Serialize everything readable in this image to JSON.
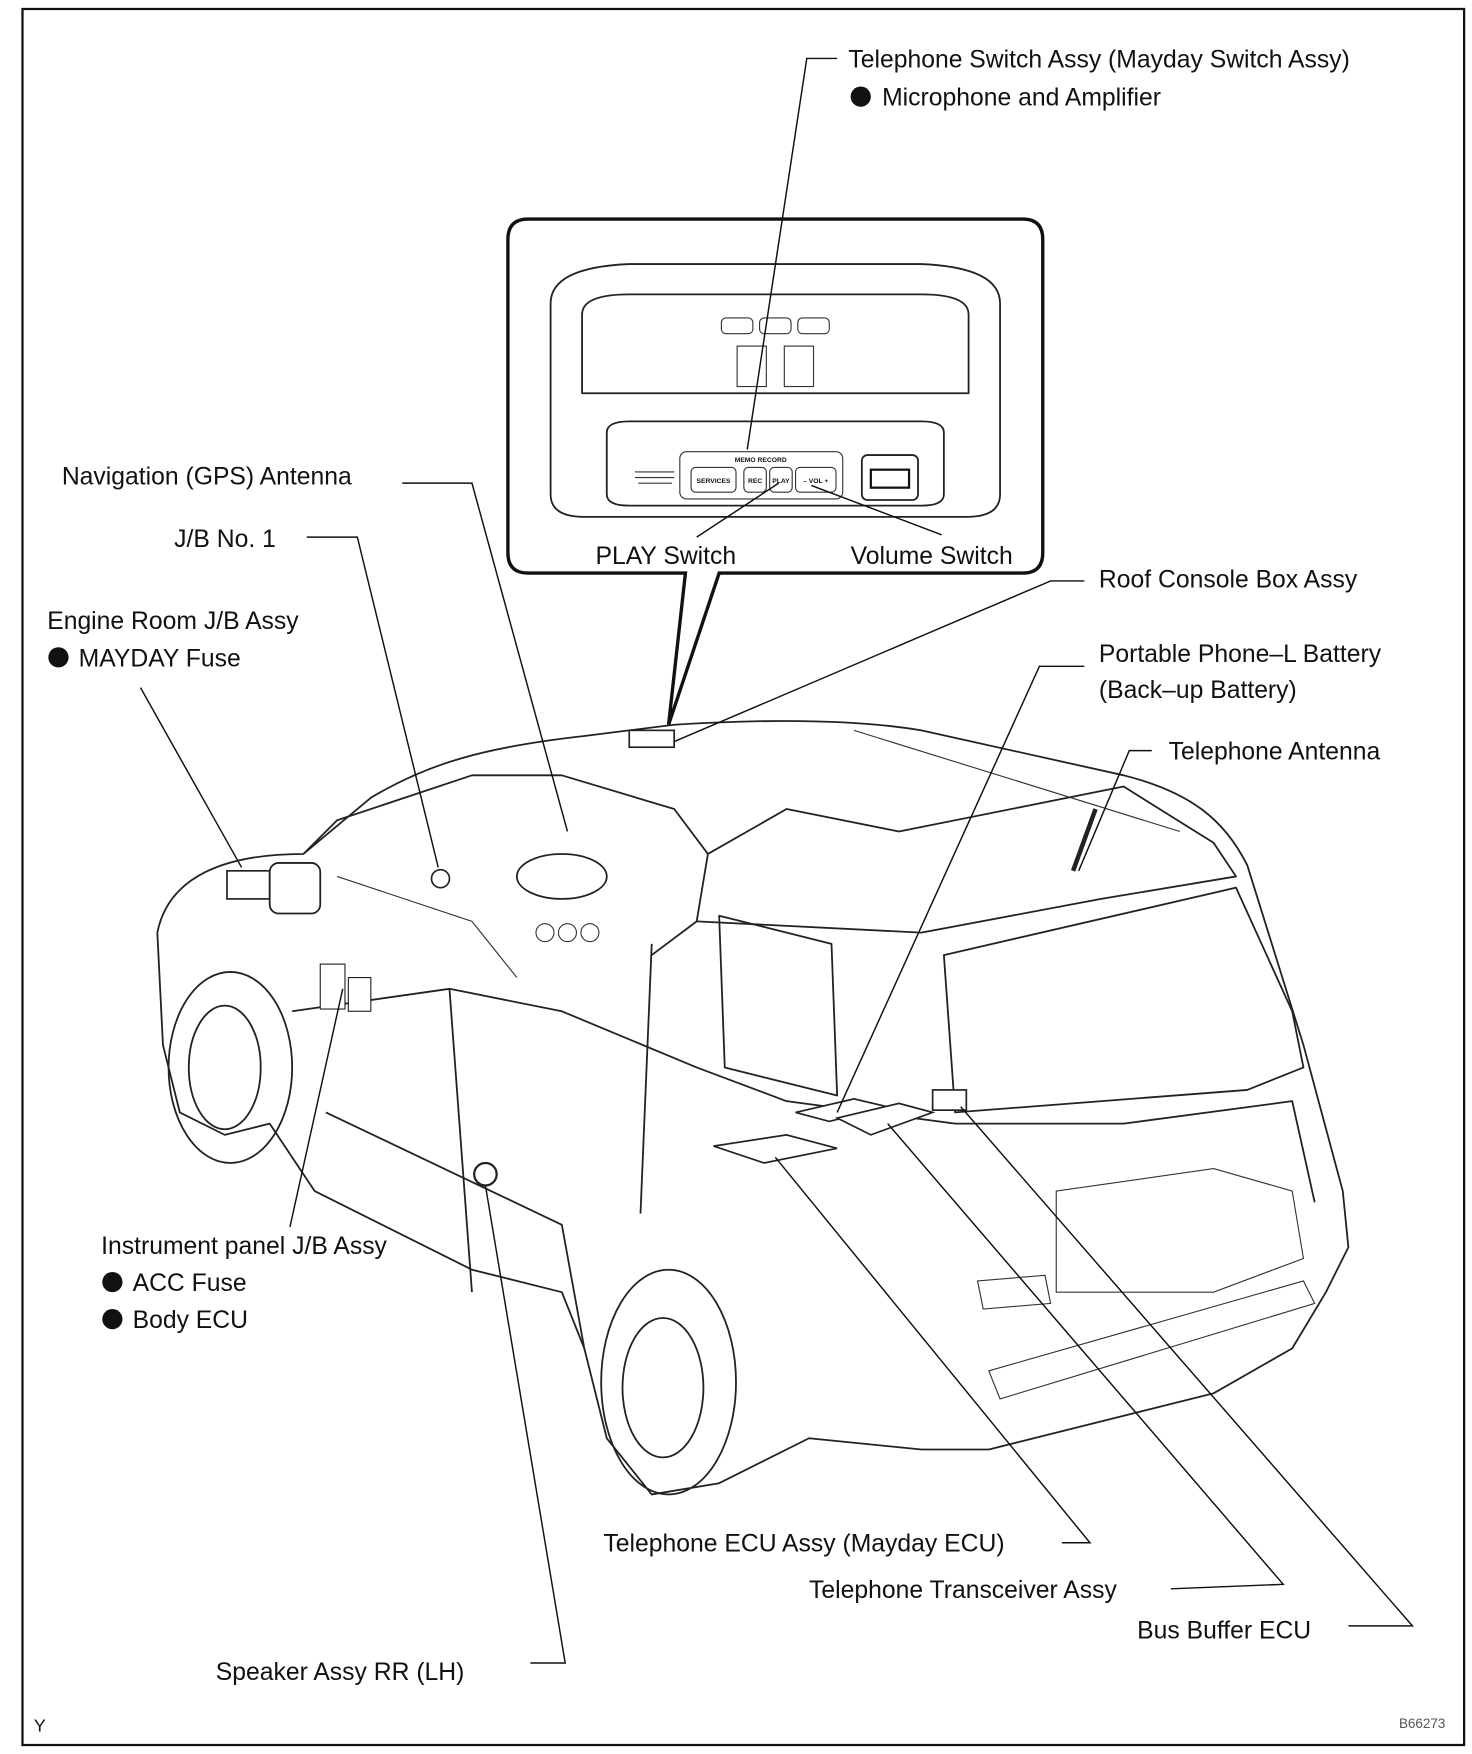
{
  "labels": {
    "telephone_switch": "Telephone Switch Assy (Mayday Switch Assy)",
    "microphone": "Microphone and Amplifier",
    "nav_antenna": "Navigation (GPS) Antenna",
    "jb_no1": "J/B No. 1",
    "engine_room_jb": "Engine Room J/B Assy",
    "mayday_fuse": "MAYDAY Fuse",
    "play_switch": "PLAY Switch",
    "volume_switch": "Volume Switch",
    "roof_console": "Roof Console Box Assy",
    "portable_battery": "Portable Phone–L Battery",
    "backup_battery": "(Back–up Battery)",
    "telephone_antenna": "Telephone Antenna",
    "instrument_panel_jb": "Instrument panel J/B Assy",
    "acc_fuse": "ACC Fuse",
    "body_ecu": "Body ECU",
    "telephone_ecu": "Telephone ECU Assy (Mayday ECU)",
    "transceiver": "Telephone Transceiver Assy",
    "bus_buffer": "Bus Buffer ECU",
    "speaker": "Speaker Assy RR (LH)"
  },
  "switch_panel": {
    "header": "MEMO RECORD",
    "services": "SERVICES",
    "rec": "REC",
    "play": "PLAY",
    "volume": "– VOL +"
  },
  "corner": {
    "left": "Y",
    "right": "B66273"
  },
  "bullet_icon": "filled-circle"
}
